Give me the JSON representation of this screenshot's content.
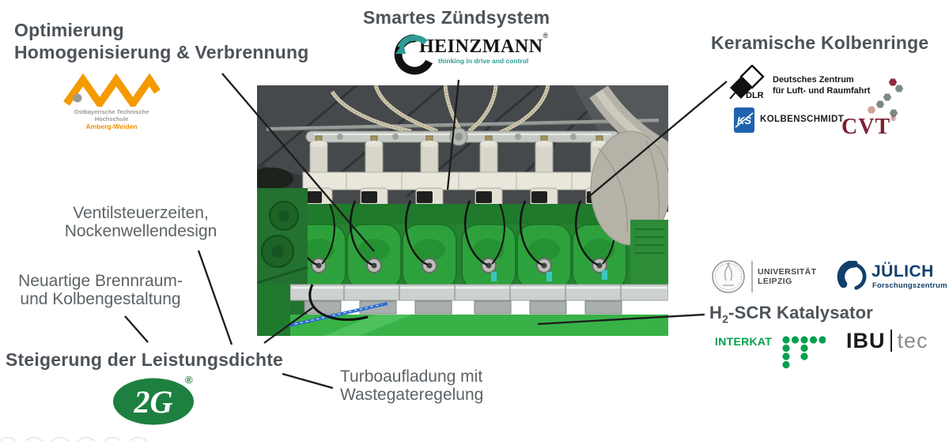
{
  "labels": {
    "optimierung_line1": "Optimierung",
    "optimierung_line2": "Homogenisierung & Verbrennung",
    "smartes_zuendsystem": "Smartes Zündsystem",
    "keramische_kolbenringe": "Keramische Kolbenringe",
    "ventil_line1": "Ventilsteuerzeiten,",
    "ventil_line2": "Nockenwellendesign",
    "brennraum_line1": "Neuartige Brennraum-",
    "brennraum_line2": "und Kolbengestaltung",
    "steigerung": "Steigerung der Leistungsdichte",
    "turbo_line1": "Turboaufladung mit",
    "turbo_line2": "Wastegateregelung",
    "h2scr_h": "H",
    "h2scr_sub": "2",
    "h2scr_rest": "-SCR Katalysator"
  },
  "logos": {
    "oth": {
      "line1": "Ostbayerische Technische Hochschule",
      "line2": "Amberg-Weiden"
    },
    "heinzmann": {
      "name": "HEINZMANN",
      "reg": "®",
      "tagline": "thinking in drive and control"
    },
    "dlr": {
      "abbr": "DLR",
      "line1": "Deutsches Zentrum",
      "line2": "für Luft- und Raumfahrt"
    },
    "kolbenschmidt": {
      "monogram": "KS",
      "name": "KOLBENSCHMIDT"
    },
    "cvt": {
      "name": "CVT",
      "reg": "®"
    },
    "uni_leipzig": {
      "line1": "UNIVERSITÄT",
      "line2": "LEIPZIG"
    },
    "juelich": {
      "name": "JÜLICH",
      "subtitle": "Forschungszentrum"
    },
    "interkat": {
      "name": "INTERKAT"
    },
    "ibutec": {
      "bold": "IBU",
      "light": "tec"
    },
    "two_g": {
      "name": "2G",
      "reg": "®"
    }
  },
  "colors": {
    "heading_gray": "#4d5359",
    "label_gray": "#5d6367",
    "oth_orange": "#f59a00",
    "heinzmann_teal": "#2e9c94",
    "juelich_blue": "#123f6b",
    "cvt_maroon": "#7c2033",
    "interkat_green": "#00a14e",
    "two_g_green": "#1e8040",
    "kolbenschmidt_blue": "#1e63ad",
    "engine_green": "#2da23c",
    "connector_black": "#1c1c1c"
  }
}
